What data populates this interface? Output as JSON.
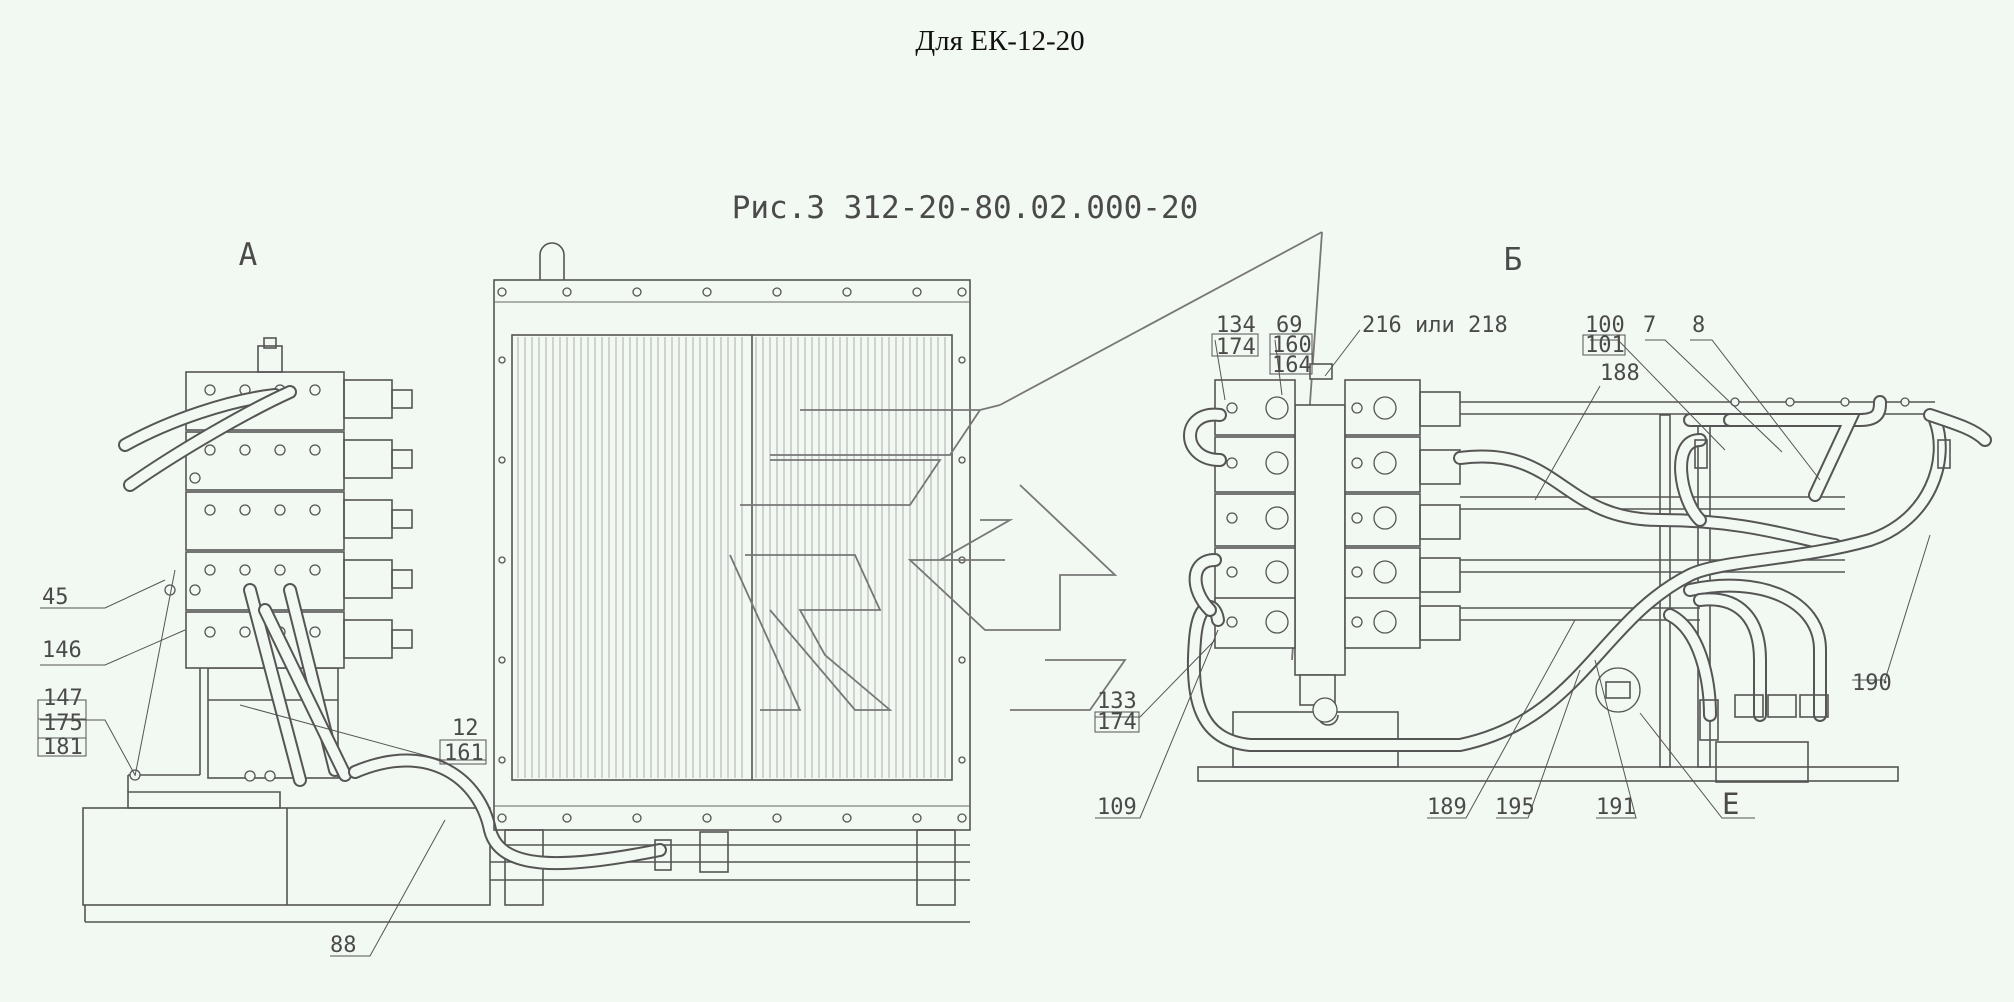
{
  "header": {
    "title": "Для ЕК-12-20"
  },
  "figure_ref": "Рис.3 312-20-80.02.000-20",
  "views": [
    "А",
    "Б"
  ],
  "callouts_left": [
    {
      "id": "45",
      "lines": [
        "45"
      ]
    },
    {
      "id": "146",
      "lines": [
        "146"
      ]
    },
    {
      "id": "147-175-181",
      "lines": [
        "147",
        "175",
        "181"
      ]
    },
    {
      "id": "12-161",
      "lines": [
        "12",
        "161"
      ]
    },
    {
      "id": "88",
      "lines": [
        "88"
      ]
    }
  ],
  "callouts_right": [
    {
      "id": "134-174",
      "lines": [
        "134",
        "174"
      ]
    },
    {
      "id": "69-160-164",
      "lines": [
        "69",
        "160",
        "164"
      ]
    },
    {
      "id": "216-218",
      "lines": [
        "216 или 218"
      ]
    },
    {
      "id": "100-101",
      "lines": [
        "100",
        "101"
      ]
    },
    {
      "id": "7",
      "lines": [
        "7"
      ]
    },
    {
      "id": "8",
      "lines": [
        "8"
      ]
    },
    {
      "id": "188",
      "lines": [
        "188"
      ]
    },
    {
      "id": "133-174",
      "lines": [
        "133",
        "174"
      ]
    },
    {
      "id": "109",
      "lines": [
        "109"
      ]
    },
    {
      "id": "189",
      "lines": [
        "189"
      ]
    },
    {
      "id": "195",
      "lines": [
        "195"
      ]
    },
    {
      "id": "191",
      "lines": [
        "191"
      ]
    },
    {
      "id": "E",
      "lines": [
        "Е"
      ]
    },
    {
      "id": "190",
      "lines": [
        "190"
      ]
    }
  ]
}
